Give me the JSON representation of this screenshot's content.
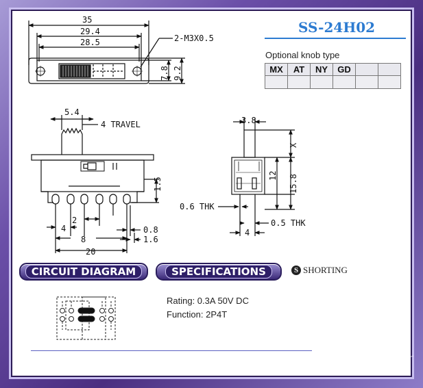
{
  "product": {
    "model": "SS-24H02"
  },
  "knob_options": {
    "label": "Optional knob type",
    "types": [
      "MX",
      "AT",
      "NY",
      "GD",
      "",
      ""
    ]
  },
  "dims_top": {
    "d35": "35",
    "d29": "29.4",
    "d28": "28.5",
    "mount": "2-M3X0.5",
    "d78": "7.8",
    "d92": "9.2"
  },
  "dims_front": {
    "d54": "5.4",
    "travel": "4 TRAVEL",
    "d15": "1.5",
    "d4": "4",
    "d2": "2",
    "d8": "8",
    "d08": "0.8",
    "d16": "1.6",
    "d20": "20"
  },
  "dims_side": {
    "d38": "3.8",
    "x": "X",
    "d12": "12",
    "d158": "15.8",
    "thk06": "0.6 THK",
    "thk05": "0.5 THK",
    "d4": "4"
  },
  "sections": {
    "circuit": "CIRCUIT DIAGRAM",
    "specs": "SPECIFICATIONS",
    "shorting": "SHORTING",
    "shorting_icon": "S"
  },
  "specs": {
    "rating": "Rating: 0.3A 50V DC",
    "function": "Function: 2P4T"
  }
}
